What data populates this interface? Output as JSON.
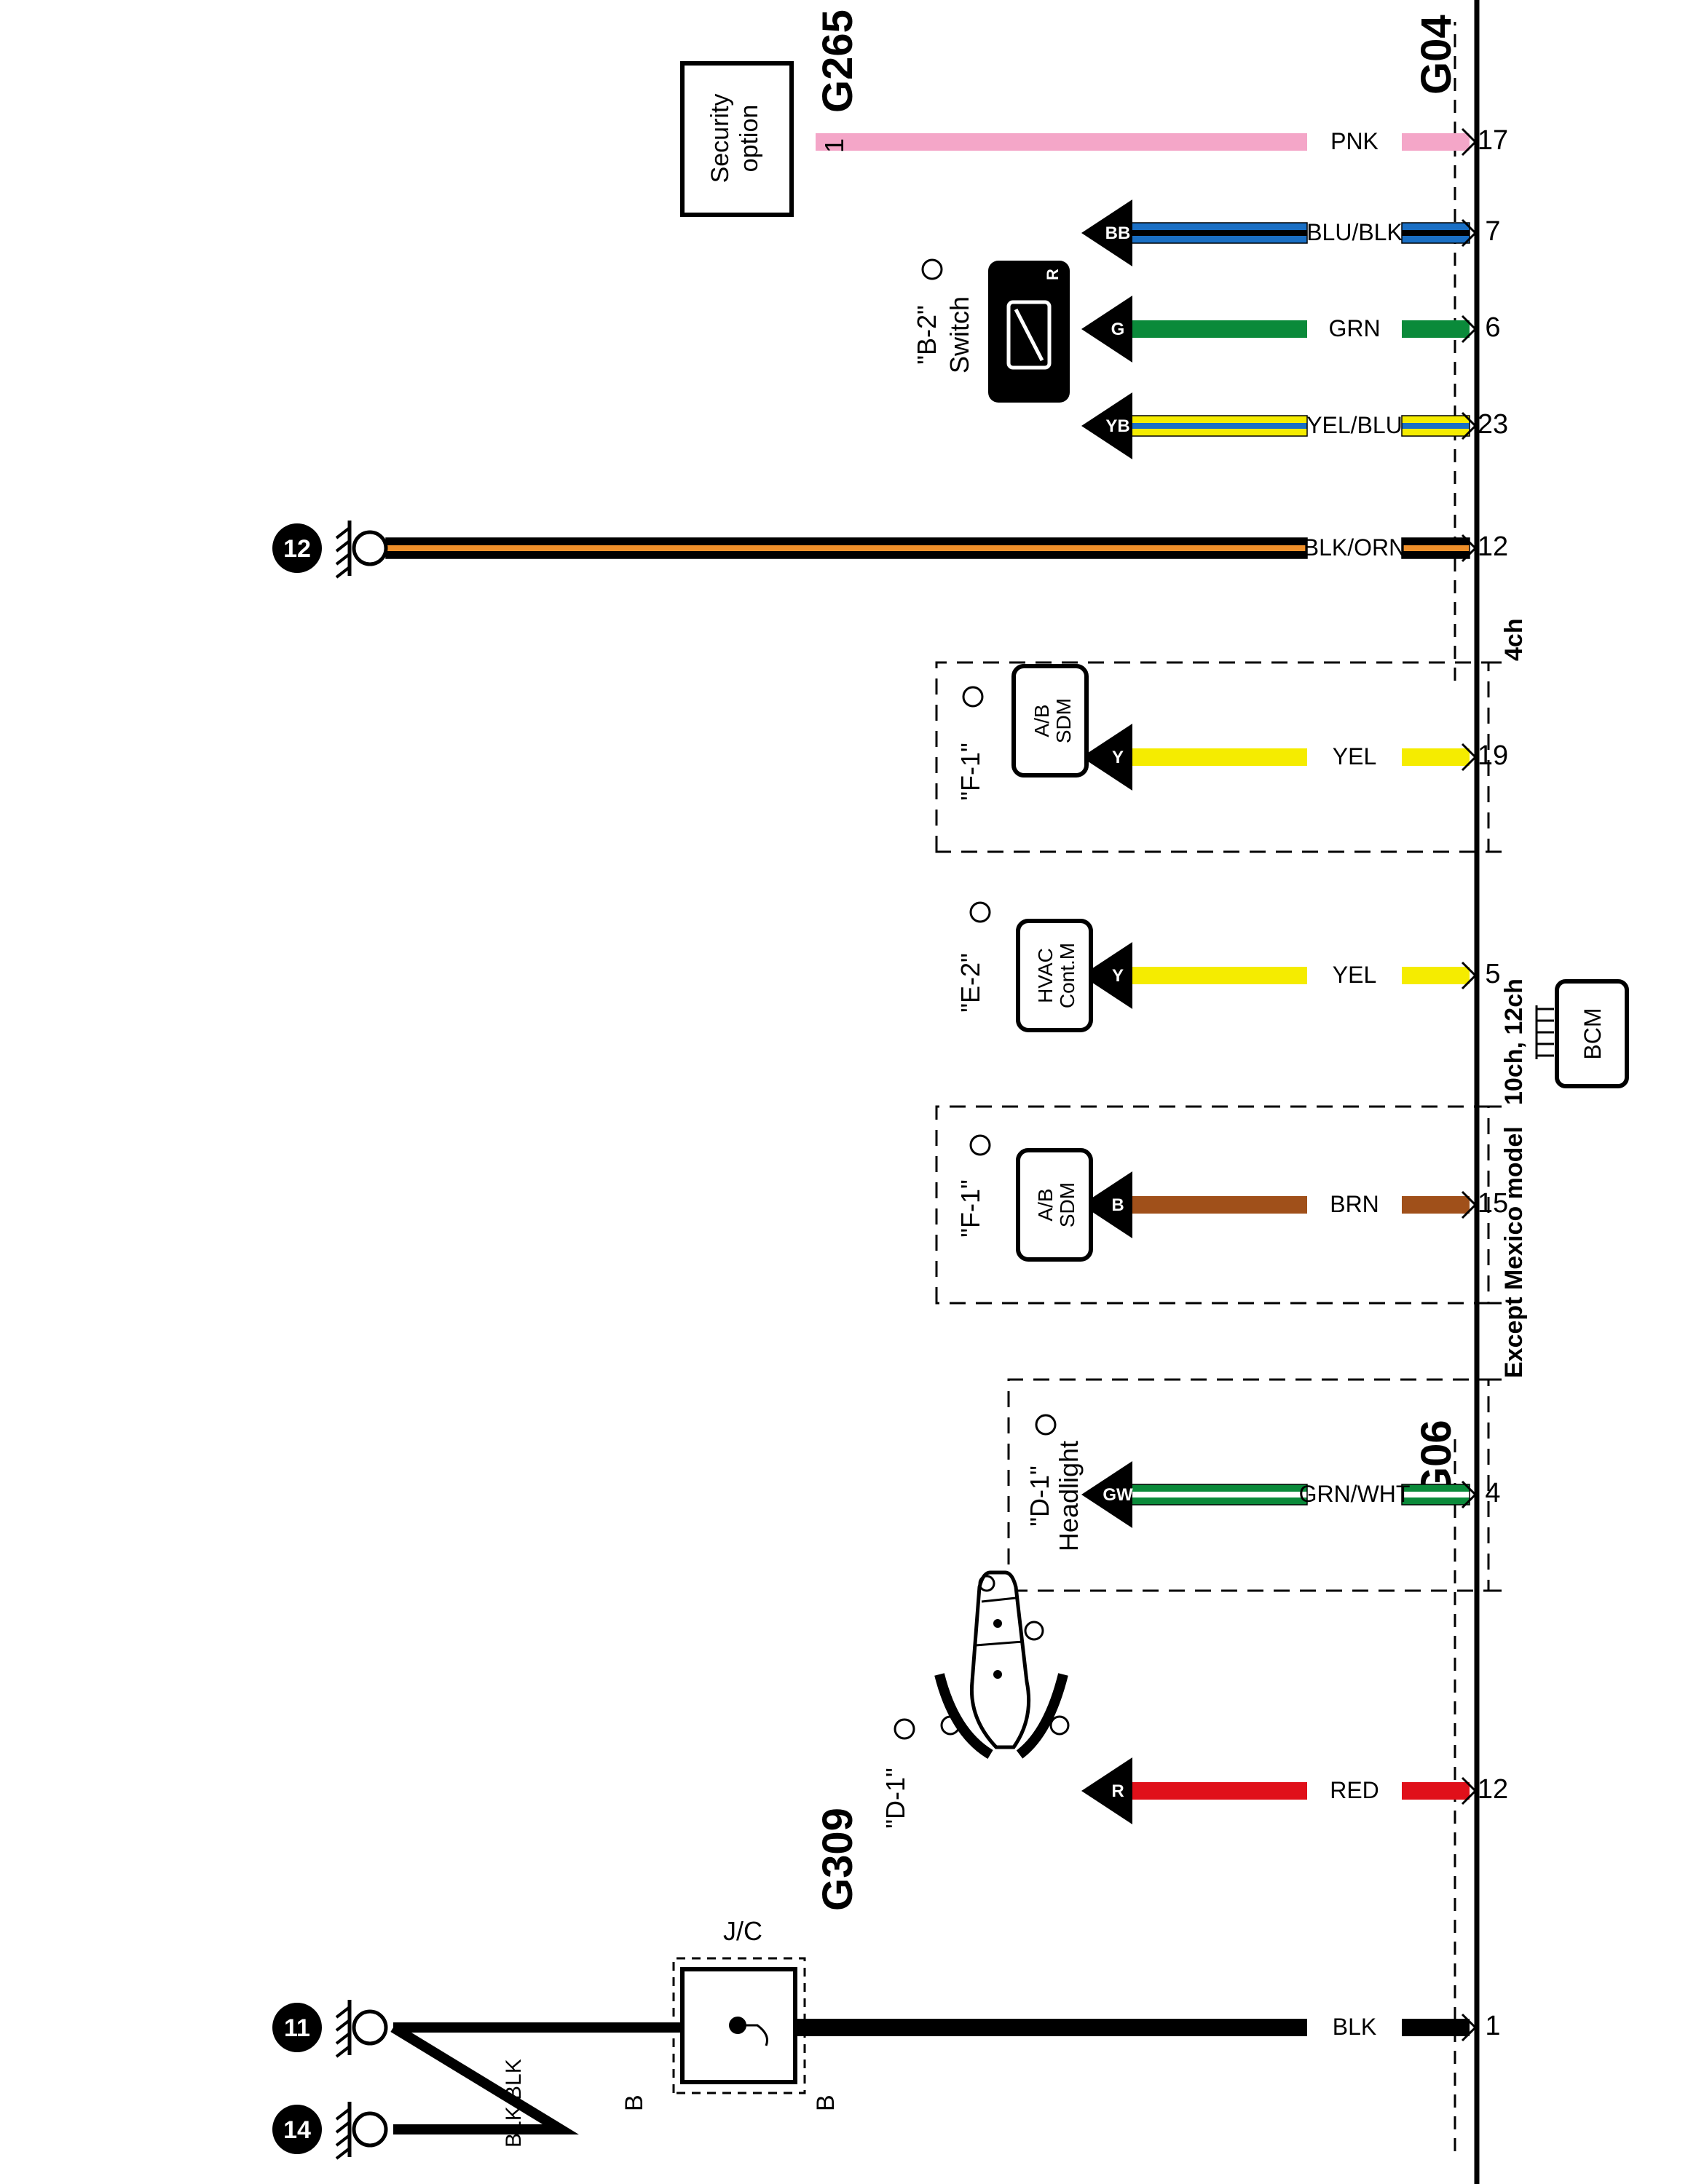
{
  "connectors": {
    "g04": "G04",
    "g06": "G06",
    "g265": "G265",
    "g309": "G309"
  },
  "bcm": {
    "label": "BCM"
  },
  "security": {
    "line1": "Security",
    "line2": "option",
    "pin": "1"
  },
  "sections": {
    "ch4": "4ch",
    "ch10_12": "10ch, 12ch",
    "except_mexico": "Except Mexico model"
  },
  "wires": [
    {
      "id": "pnk",
      "pin": "17",
      "color_label": "PNK",
      "code": "",
      "colors": [
        "#f4a6c8"
      ]
    },
    {
      "id": "blu-blk",
      "pin": "7",
      "color_label": "BLU/BLK",
      "code": "BB",
      "colors": [
        "#1a6fc4",
        "#000000"
      ]
    },
    {
      "id": "grn",
      "pin": "6",
      "color_label": "GRN",
      "code": "G",
      "colors": [
        "#0a8a3a"
      ]
    },
    {
      "id": "yel-blu",
      "pin": "23",
      "color_label": "YEL/BLU",
      "code": "YB",
      "colors": [
        "#f5ec00",
        "#1a6fc4"
      ]
    },
    {
      "id": "blk-orn",
      "pin": "12",
      "color_label": "BLK/ORN",
      "code": "",
      "colors": [
        "#000000",
        "#f0902a"
      ]
    },
    {
      "id": "yel-sdm",
      "pin": "19",
      "color_label": "YEL",
      "code": "Y",
      "colors": [
        "#f5ec00"
      ]
    },
    {
      "id": "yel-hvac",
      "pin": "5",
      "color_label": "YEL",
      "code": "Y",
      "colors": [
        "#f5ec00"
      ]
    },
    {
      "id": "brn",
      "pin": "15",
      "color_label": "BRN",
      "code": "B",
      "colors": [
        "#a0501a"
      ]
    },
    {
      "id": "grn-wht",
      "pin": "4",
      "color_label": "GRN/WHT",
      "code": "GW",
      "colors": [
        "#0a8a3a",
        "#ffffff"
      ]
    },
    {
      "id": "red",
      "pin": "12",
      "color_label": "RED",
      "code": "R",
      "colors": [
        "#e0101a"
      ]
    },
    {
      "id": "blk",
      "pin": "1",
      "color_label": "BLK",
      "code": "",
      "colors": [
        "#000000"
      ]
    }
  ],
  "components": {
    "rear_switch": {
      "badge": "R",
      "name": "Switch",
      "ref": "\"B-2\""
    },
    "sdm_4ch": {
      "line1": "A/B",
      "line2": "SDM",
      "ref": "\"F-1\""
    },
    "hvac": {
      "line1": "HVAC",
      "line2": "Cont.M",
      "ref": "\"E-2\""
    },
    "sdm_10ch": {
      "line1": "A/B",
      "line2": "SDM",
      "ref": "\"F-1\""
    },
    "headlight": {
      "name": "Headlight",
      "ref": "\"D-1\""
    },
    "combi_switch": {
      "ref": "\"D-1\""
    }
  },
  "jc": {
    "label": "J/C",
    "pin_in": "B",
    "pin_out": "B",
    "wire_in": "BLK",
    "wire_out1": "BLK",
    "wire_out2": "BLK"
  },
  "grounds": {
    "g12": "12",
    "g11": "11",
    "g14": "14"
  }
}
